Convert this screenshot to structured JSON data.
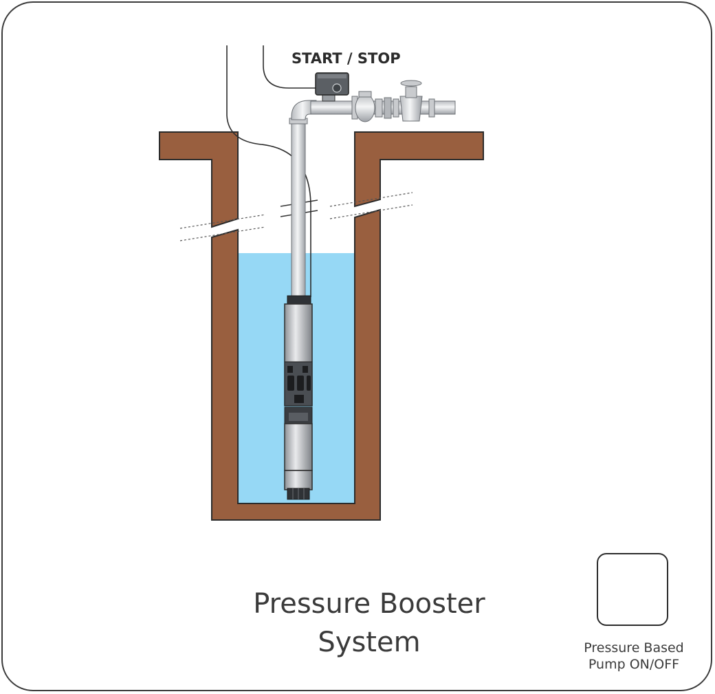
{
  "diagram": {
    "control_label": "START / STOP",
    "title_line1": "Pressure Booster",
    "title_line2": "System",
    "device_caption_line1": "Pressure Based",
    "device_caption_line2": "Pump ON/OFF",
    "device_icon": "pressure-switch-icon"
  },
  "colors": {
    "earth": "#995f3f",
    "water": "#96d8f5",
    "device_red": "#a8232a",
    "border": "#3a3a3a"
  }
}
